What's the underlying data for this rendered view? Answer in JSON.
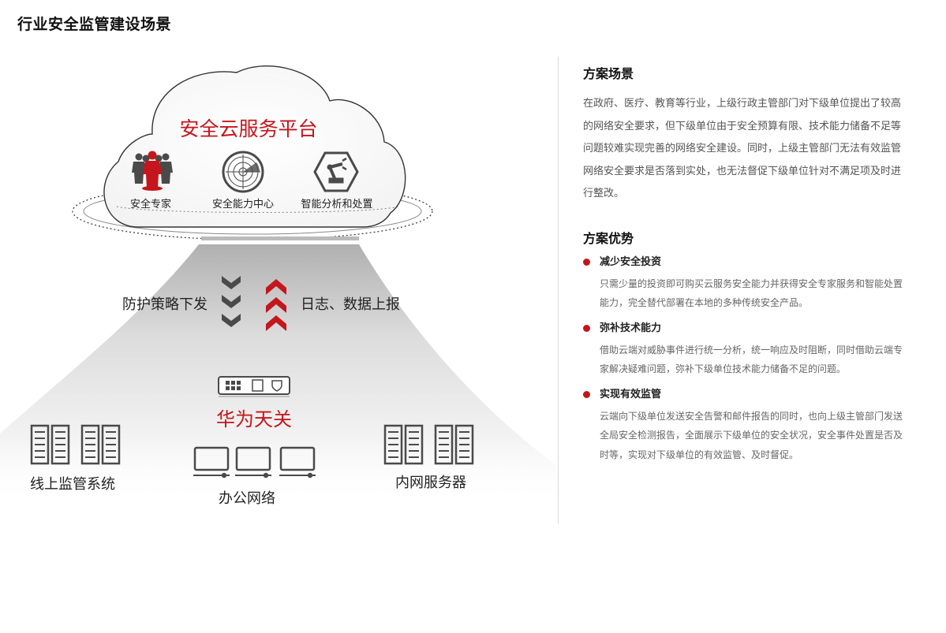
{
  "page": {
    "title": "行业安全监管建设场景"
  },
  "diagram": {
    "platform_title": "安全云服务平台",
    "services": [
      {
        "label": "安全专家",
        "icon": "people-group-icon"
      },
      {
        "label": "安全能力中心",
        "icon": "radar-target-icon"
      },
      {
        "label": "智能分析和处置",
        "icon": "robot-arm-icon"
      }
    ],
    "downlink_label": "防护策略下发",
    "uplink_label": "日志、数据上报",
    "gateway_label": "华为天关",
    "nodes": [
      {
        "label": "线上监管系统",
        "icon": "server-rack-icon"
      },
      {
        "label": "办公网络",
        "icon": "laptop-icon"
      },
      {
        "label": "内网服务器",
        "icon": "server-rack-icon"
      }
    ],
    "colors": {
      "accent": "#c4161c",
      "dark": "#4a4a4a"
    }
  },
  "scenario": {
    "title": "方案场景",
    "body": "在政府、医疗、教育等行业，上级行政主管部门对下级单位提出了较高的网络安全要求，但下级单位由于安全预算有限、技术能力储备不足等问题较难实现完善的网络安全建设。同时，上级主管部门无法有效监管网络安全要求是否落到实处，也无法督促下级单位针对不满足项及时进行整改。"
  },
  "advantages": {
    "title": "方案优势",
    "items": [
      {
        "heading": "减少安全投资",
        "desc": "只需少量的投资即可购买云服务安全能力并获得安全专家服务和智能处置能力，完全替代部署在本地的多种传统安全产品。"
      },
      {
        "heading": "弥补技术能力",
        "desc": "借助云端对威胁事件进行统一分析，统一响应及时阻断，同时借助云端专家解决疑难问题，弥补下级单位技术能力储备不足的问题。"
      },
      {
        "heading": "实现有效监管",
        "desc": "云端向下级单位发送安全告警和邮件报告的同时，也向上级主管部门发送全局安全检测报告，全面展示下级单位的安全状况，安全事件处置是否及时等，实现对下级单位的有效监管、及时督促。"
      }
    ]
  }
}
